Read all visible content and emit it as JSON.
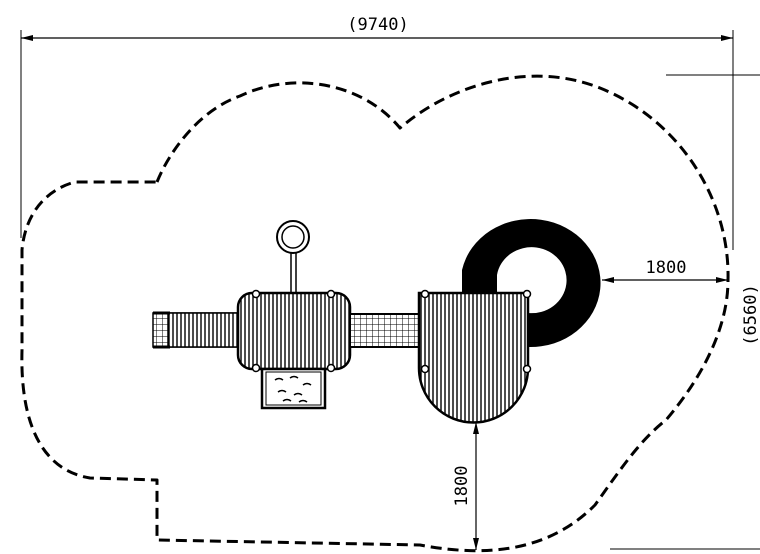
{
  "dimensions": {
    "overall_width": "(9740)",
    "overall_height": "(6560)",
    "clearance_right": "1800",
    "clearance_bottom": "1800"
  },
  "colors": {
    "line": "#000000",
    "background": "#ffffff"
  }
}
